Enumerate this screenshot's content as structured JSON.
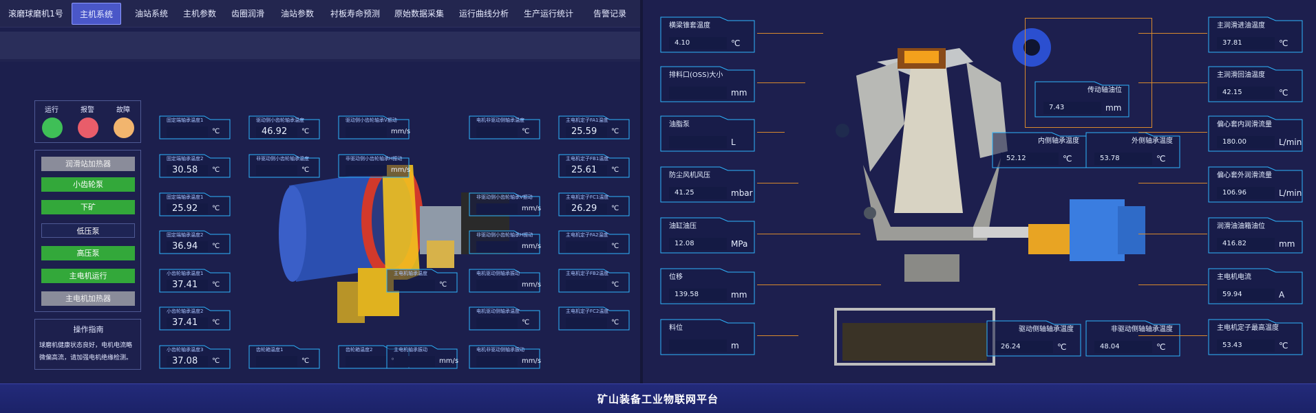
{
  "tabs": [
    "滚磨球磨机1号",
    "主机系统",
    "油站系统",
    "主机参数",
    "齿圈润滑",
    "油站参数",
    "衬板寿命预测",
    "原始数据采集",
    "运行曲线分析",
    "生产运行统计",
    "告警记录"
  ],
  "status": {
    "labels": [
      "运行",
      "报警",
      "故障"
    ]
  },
  "controls": [
    "润滑站加热器",
    "小齿轮泵",
    "下矿",
    "低压泵",
    "高压泵",
    "主电机运行",
    "主电机加热器"
  ],
  "guide": {
    "title": "操作指南",
    "text_line1": "球磨机健康状态良好，电机电流略",
    "text_line2": "微偏高流，请加强电机绝缘检测。"
  },
  "cards_left": [
    {
      "label": "固定端轴承温度1",
      "value": "",
      "unit": "℃"
    },
    {
      "label": "固定端轴承温度2",
      "value": "30.58",
      "unit": "℃"
    },
    {
      "label": "固定端轴承温度1",
      "value": "25.92",
      "unit": "℃"
    },
    {
      "label": "固定端轴承温度2",
      "value": "36.94",
      "unit": "℃"
    },
    {
      "label": "小齿轮轴承温度1",
      "value": "37.41",
      "unit": "℃"
    },
    {
      "label": "小齿轮轴承温度2",
      "value": "37.41",
      "unit": "℃"
    },
    {
      "label": "小齿轮轴承温度3",
      "value": "37.08",
      "unit": "℃"
    },
    {
      "label": "驱动侧小齿轮轴承温度",
      "value": "46.92",
      "unit": "℃"
    },
    {
      "label": "非驱动侧小齿轮轴承温度",
      "value": "",
      "unit": "℃"
    },
    {
      "label": "驱动侧小齿轮轴承V振动",
      "value": "",
      "unit": "mm/s"
    },
    {
      "label": "非驱动侧小齿轮轴承H振动",
      "value": "",
      "unit": "mm/s"
    },
    {
      "label": "齿轮箱温度1",
      "value": "",
      "unit": "℃"
    },
    {
      "label": "齿轮箱温度2",
      "value": "",
      "unit": "℃"
    },
    {
      "label": "电机非驱动侧轴承温度",
      "value": "",
      "unit": "℃"
    },
    {
      "label": "非驱动侧小齿轮轴承V振动",
      "value": "",
      "unit": "mm/s"
    },
    {
      "label": "非驱动侧小齿轮轴承H振动",
      "value": "",
      "unit": "mm/s"
    },
    {
      "label": "电机驱动侧轴承温度",
      "value": "",
      "unit": "℃"
    },
    {
      "label": "电机驱动侧轴承振动",
      "value": "",
      "unit": "mm/s"
    },
    {
      "label": "电机非驱动侧轴承振动",
      "value": "",
      "unit": "mm/s"
    },
    {
      "label": "主电机定子FA1温度",
      "value": "25.59",
      "unit": "℃"
    },
    {
      "label": "主电机定子FB1温度",
      "value": "25.61",
      "unit": "℃"
    },
    {
      "label": "主电机定子FC1温度",
      "value": "26.29",
      "unit": "℃"
    },
    {
      "label": "主电机定子FA2温度",
      "value": "",
      "unit": "℃"
    },
    {
      "label": "主电机定子FB2温度",
      "value": "",
      "unit": "℃"
    },
    {
      "label": "主电机定子FC2温度",
      "value": "",
      "unit": "℃"
    },
    {
      "label": "主电机轴承温度",
      "value": "",
      "unit": "℃"
    },
    {
      "label": "主电机轴承振动",
      "value": "",
      "unit": "mm/s"
    }
  ],
  "cards_right_left": [
    {
      "label": "横梁锥套温度",
      "value": "4.10",
      "unit": "℃"
    },
    {
      "label": "排料口(OSS)大小",
      "value": "",
      "unit": "mm"
    },
    {
      "label": "油脂泵",
      "value": "",
      "unit": "L"
    },
    {
      "label": "防尘风机风压",
      "value": "41.25",
      "unit": "mbar"
    },
    {
      "label": "油缸油压",
      "value": "12.08",
      "unit": "MPa"
    },
    {
      "label": "位移",
      "value": "139.58",
      "unit": "mm"
    },
    {
      "label": "料位",
      "value": "",
      "unit": "m"
    }
  ],
  "cards_right_center": [
    {
      "label": "传动轴油位",
      "value": "7.43",
      "unit": "mm"
    },
    {
      "label": "内侧轴承温度",
      "value": "52.12",
      "unit": "℃"
    },
    {
      "label": "外侧轴承温度",
      "value": "53.78",
      "unit": "℃"
    },
    {
      "label": "驱动侧轴轴承温度",
      "value": "26.24",
      "unit": "℃"
    },
    {
      "label": "非驱动侧轴轴承温度",
      "value": "48.04",
      "unit": "℃"
    }
  ],
  "cards_right_right": [
    {
      "label": "主润滑进油温度",
      "value": "37.81",
      "unit": "℃"
    },
    {
      "label": "主润滑回油温度",
      "value": "42.15",
      "unit": "℃"
    },
    {
      "label": "偏心套内润滑流量",
      "value": "180.00",
      "unit": "L/min"
    },
    {
      "label": "偏心套外润滑流量",
      "value": "106.96",
      "unit": "L/min"
    },
    {
      "label": "润滑油油箱油位",
      "value": "416.82",
      "unit": "mm"
    },
    {
      "label": "主电机电流",
      "value": "59.94",
      "unit": "A"
    },
    {
      "label": "主电机定子最高温度",
      "value": "53.43",
      "unit": "℃"
    }
  ],
  "footer": {
    "title": "矿山装备工业物联网平台"
  },
  "colors": {
    "accent": "#4a57c8",
    "led_run": "#3fbf57",
    "led_alarm": "#e95d6a",
    "led_fault": "#f2b56e",
    "line": "#d98a2d"
  }
}
